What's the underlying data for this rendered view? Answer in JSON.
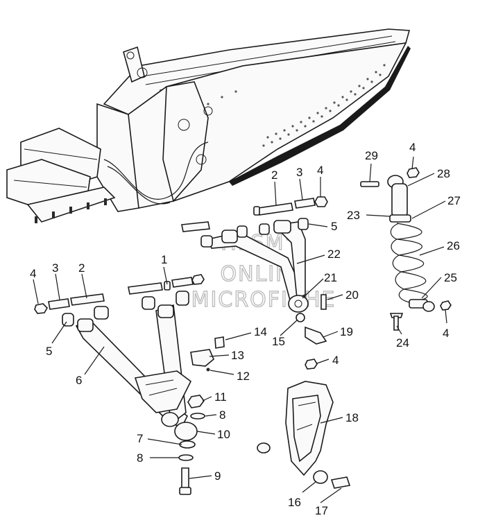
{
  "watermark": {
    "line1": "HLSM'S",
    "line2": "ONLINE",
    "line3": "MICROFICHE"
  },
  "callouts": [
    {
      "id": "c1",
      "text": "1"
    },
    {
      "id": "c2a",
      "text": "2"
    },
    {
      "id": "c2b",
      "text": "2"
    },
    {
      "id": "c3a",
      "text": "3"
    },
    {
      "id": "c3b",
      "text": "3"
    },
    {
      "id": "c4a",
      "text": "4"
    },
    {
      "id": "c4b",
      "text": "4"
    },
    {
      "id": "c4c",
      "text": "4"
    },
    {
      "id": "c4d",
      "text": "4"
    },
    {
      "id": "c4e",
      "text": "4"
    },
    {
      "id": "c5a",
      "text": "5"
    },
    {
      "id": "c5b",
      "text": "5"
    },
    {
      "id": "c6",
      "text": "6"
    },
    {
      "id": "c7",
      "text": "7"
    },
    {
      "id": "c8a",
      "text": "8"
    },
    {
      "id": "c8b",
      "text": "8"
    },
    {
      "id": "c9",
      "text": "9"
    },
    {
      "id": "c10",
      "text": "10"
    },
    {
      "id": "c11",
      "text": "11"
    },
    {
      "id": "c12",
      "text": "12"
    },
    {
      "id": "c13",
      "text": "13"
    },
    {
      "id": "c14",
      "text": "14"
    },
    {
      "id": "c15",
      "text": "15"
    },
    {
      "id": "c16",
      "text": "16"
    },
    {
      "id": "c17",
      "text": "17"
    },
    {
      "id": "c18",
      "text": "18"
    },
    {
      "id": "c19",
      "text": "19"
    },
    {
      "id": "c20",
      "text": "20"
    },
    {
      "id": "c21",
      "text": "21"
    },
    {
      "id": "c22",
      "text": "22"
    },
    {
      "id": "c23",
      "text": "23"
    },
    {
      "id": "c24",
      "text": "24"
    },
    {
      "id": "c25",
      "text": "25"
    },
    {
      "id": "c26",
      "text": "26"
    },
    {
      "id": "c27",
      "text": "27"
    },
    {
      "id": "c28",
      "text": "28"
    },
    {
      "id": "c29",
      "text": "29"
    }
  ]
}
